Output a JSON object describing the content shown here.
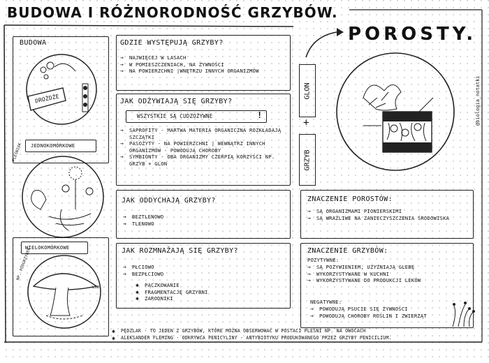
{
  "title": "BUDOWA I RÓŻNORODNOŚĆ GRZYBÓW.",
  "left": {
    "budowa": "BUDOWA",
    "drozdze": "DROŻDŻE",
    "jednokomorkowe": "JEDNOKOMÓRKOWE",
    "plesniak": "PLEŚNIAK",
    "wielokomorkowe": "WIELOKOMÓRKOWE",
    "np_podgrzybek": "NP. PODGRZYBEK",
    "lub": "LUB"
  },
  "wystepuja": {
    "heading": "GDZIE WYSTĘPUJĄ GRZYBY?",
    "items": [
      "NAJWIĘCEJ W LASACH",
      "W POMIESZCZENIACH, NA ŻYWNOŚCI",
      "NA POWIERZCHNI |WNĘTRZU INNYCH ORGANIZMÓW"
    ]
  },
  "odzywiaja": {
    "heading": "JAK ODŻYWIAJĄ SIĘ GRZYBY?",
    "note": "WSZYSTKIE SĄ CUDZOŻYWNE",
    "items": [
      "SAPROFITY - MARTWA MATERIA ORGANICZNA ROZKŁADAJĄ SZCZĄTKI",
      "PASOŻYTY - NA POWIERZCHNI | WEWNĄTRZ INNYCH ORGANIZMÓW - POWODUJĄ CHOROBY",
      "SYMBIONTY - OBA ORGANIZMY CZERPIĄ KORZYŚCI NP. GRZYB + GLON"
    ]
  },
  "oddychaja": {
    "heading": "JAK ODDYCHAJĄ GRZYBY?",
    "items": [
      "BEZTLENOWO",
      "TLENOWO"
    ]
  },
  "rozmnazaja": {
    "heading": "JAK ROZMNAŻAJĄ SIĘ GRZYBY?",
    "items": [
      "PŁCIOWO",
      "BEZPŁCIOWO"
    ],
    "sub": [
      "PĄCZKOWANIE",
      "FRAGMENTACJĘ GRZYBNI",
      "ZARODNIKI"
    ]
  },
  "porosty": {
    "title": "POROSTY.",
    "glon": "GLON",
    "grzyb": "GRZYB",
    "plus": "+"
  },
  "znaczenie_porostow": {
    "heading": "ZNACZENIE POROSTÓW:",
    "items": [
      "SĄ ORGANIZMAMI PIONIERSKIMI",
      "SĄ WRAŻLIWE NA ZANIECZYSZCZENIA ŚRODOWISKA"
    ]
  },
  "znaczenie_grzybow": {
    "heading": "ZNACZENIE GRZYBÓW:",
    "pozytywne_label": "POZYTYWNE:",
    "pozytywne": [
      "SĄ POŻYWIENIEM, UŻYŹNIAJĄ GLEBĘ",
      "WYKORZYSTYWANE W KUCHNI",
      "WYKORZYSTYWANE DO PRODUKCJI LEKÓW"
    ],
    "negatywne_label": "NEGATYWNE:",
    "negatywne": [
      "POWODUJĄ PSUCIE SIĘ ŻYWNOŚCI",
      "POWODUJĄ CHOROBY ROŚLIN I ZWIERZĄT"
    ]
  },
  "footnotes": [
    "PĘDZLAK - TO JEDEN Z GRZYBÓW, KTÓRE MOŻNA OBSERWOWAĆ W POSTACI PLEŚNI NP. NA OWOCACH",
    "ALEKSANDER FLEMING - ODKRYWCA PENICYLINY - ANTYBIOTYKU PRODUKOWANEGO PRZEZ GRZYBY PENICILIUM."
  ],
  "watermark": "@biologia_notatki",
  "icons": {
    "arrow": "arrow-right-icon",
    "star": "star-icon",
    "exclamation": "exclamation-icon"
  }
}
